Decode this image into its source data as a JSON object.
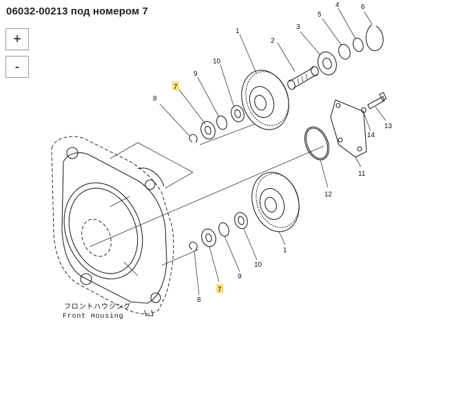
{
  "header": {
    "title": "06032-00213 под номером 7"
  },
  "zoom": {
    "in_label": "+",
    "out_label": "-"
  },
  "diagram": {
    "labels": {
      "l1a": "1",
      "l2": "2",
      "l3": "3",
      "l4": "4",
      "l5": "5",
      "l6": "6",
      "l7a": "7",
      "l8a": "8",
      "l9a": "9",
      "l10a": "10",
      "l11": "11",
      "l12": "12",
      "l13": "13",
      "l14": "14",
      "l1b": "1",
      "l7b": "7",
      "l8b": "8",
      "l9b": "9",
      "l10b": "10"
    },
    "highlighted_part": "7",
    "highlight_color": "#ffd24d",
    "caption_jp": "フロントハウジング",
    "caption_en": "Front Housing"
  }
}
